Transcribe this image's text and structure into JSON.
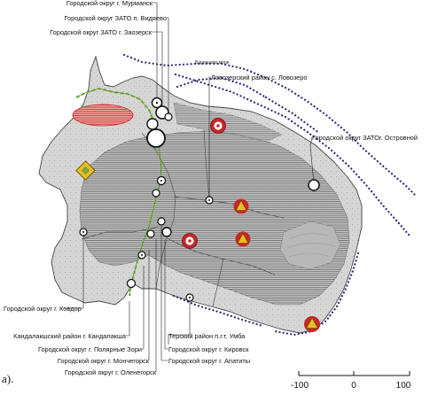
{
  "panel_label": "а).",
  "sea_label": "Баренцево море",
  "scale": {
    "labels": [
      "-100",
      "0",
      "100"
    ]
  },
  "colors": {
    "land": "#d2d2d2",
    "land_dark": "#b3b3b3",
    "hatch": "#6a6a6a",
    "boundary_dots": "#2c2a7a",
    "green_route": "#8bc34a",
    "red_marker": "#c62828",
    "yellow_marker": "#e6c020",
    "red_zone": "#e05050"
  },
  "labels": {
    "murmansk": "Городской округ г. Мурманск",
    "vidyaevo": "Городской округ ЗАТО п. Видяево",
    "zaozersk": "Городской округ ЗАТО г. Заозерск",
    "lovozero": "Ловозерский район с. Ловозеро",
    "ostrovnoy": "Городской округ ЗАТОг. Островной",
    "kovdor": "Городской округ г. Ковдор",
    "kandalaksha": "Кандалакшский район г. Кандалакша",
    "polyarnye_zori": "Городской округ г. Полярные Зори",
    "monchegorsk": "Городской округ г. Мончегорск",
    "olenegorsk": "Городской округ г. Оленегорск",
    "apatity": "Городской округ г. Апатиты",
    "kirovsk": "Городской округ г. Кировск",
    "umba": "Терский район п.г.т. Умба"
  },
  "icons": {
    "town": "town-circle-icon",
    "red_site": "red-ring-site-icon",
    "triangle_site": "hazard-triangle-icon",
    "diamond_site": "diamond-site-icon"
  }
}
